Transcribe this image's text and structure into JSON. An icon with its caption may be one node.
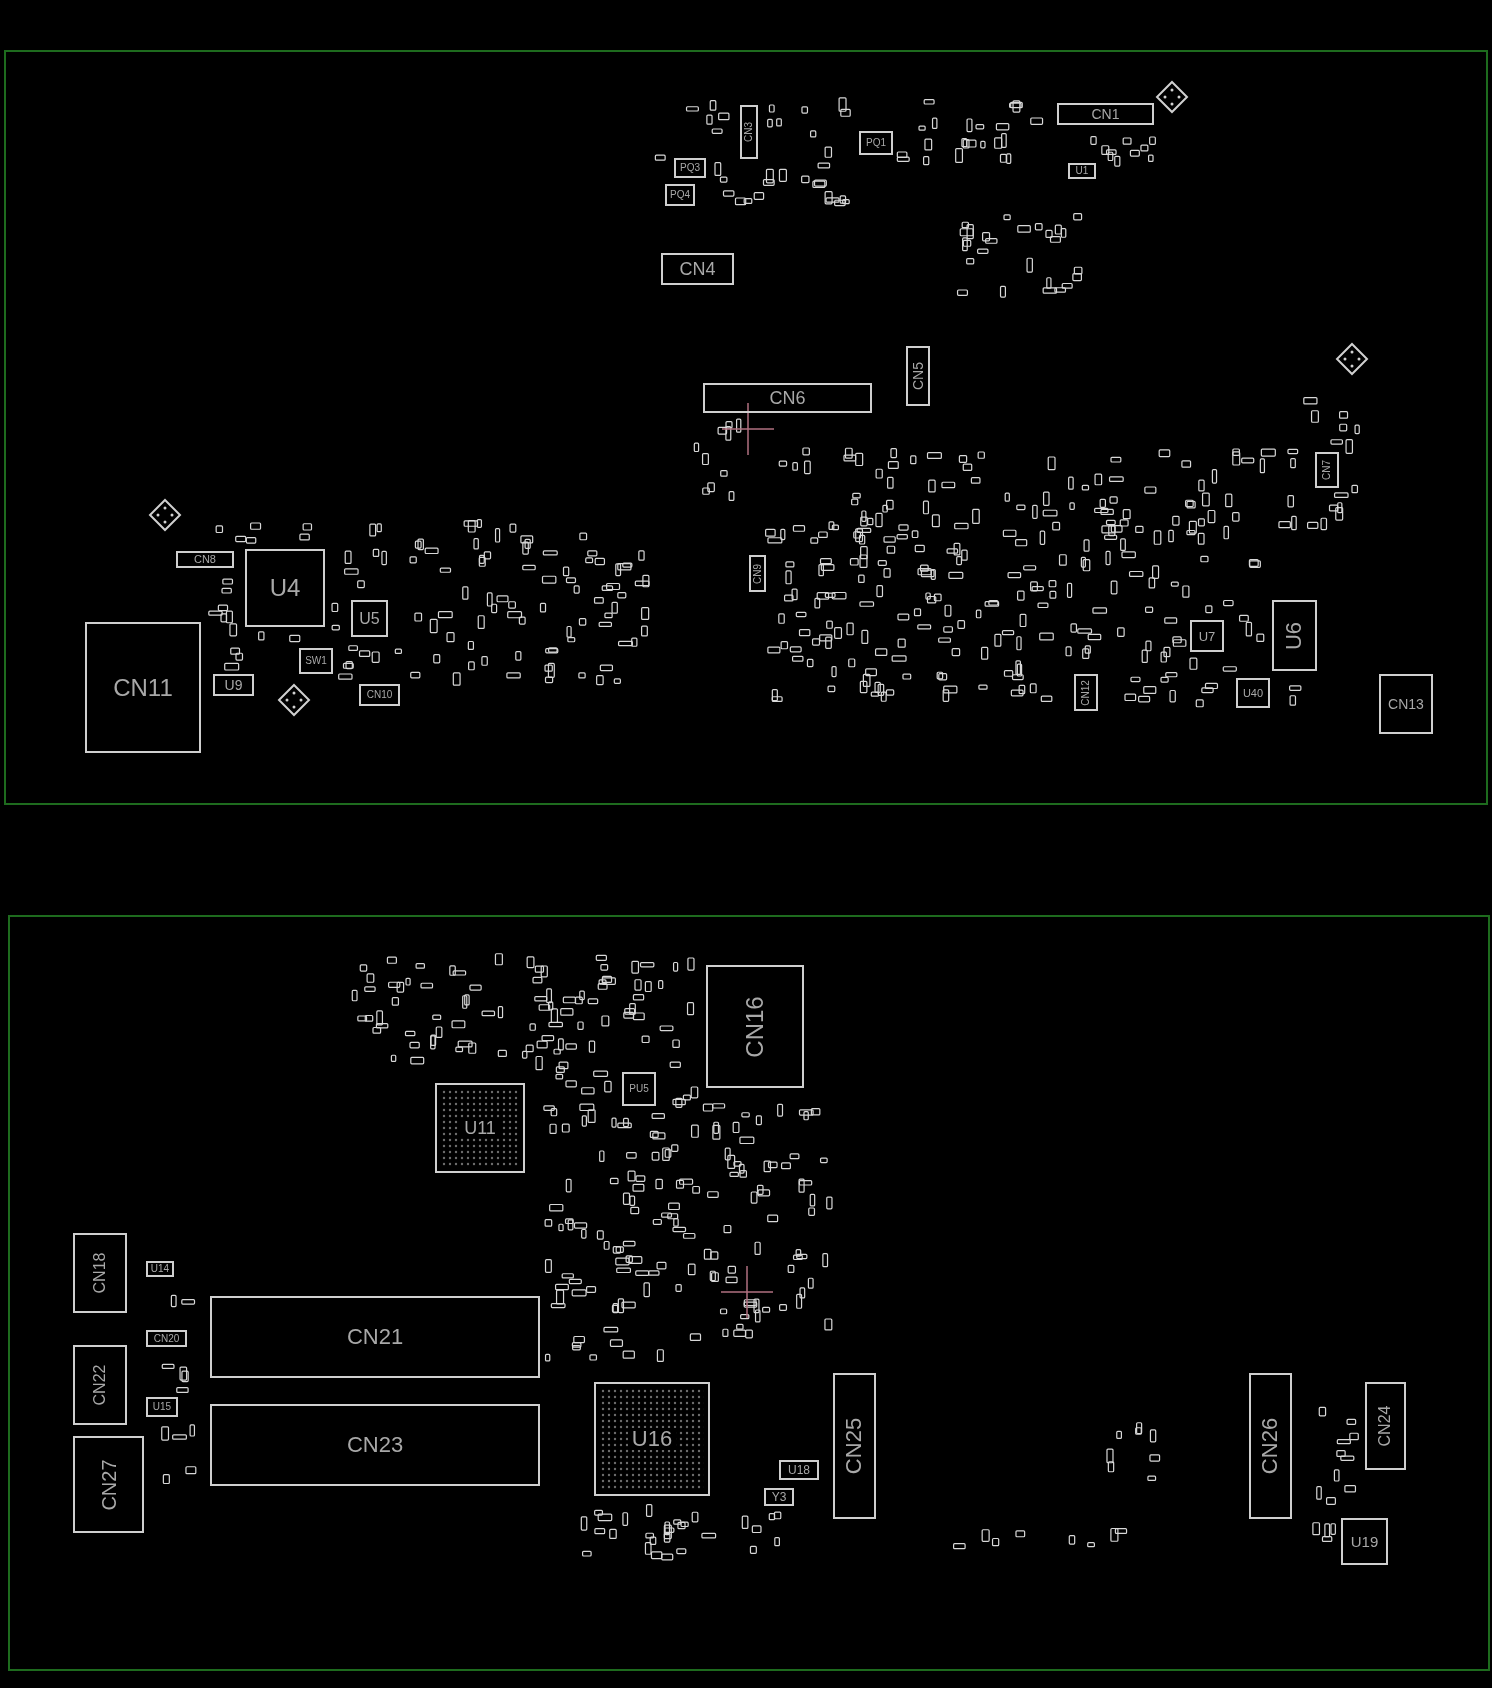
{
  "diagram": {
    "nodes": [
      {
        "text": [],
        "shape": "box"
      },
      {
        "text": [
          "CN1"
        ],
        "in": 0
      },
      {
        "text": [
          "PQ1"
        ],
        "in": 0
      },
      {
        "text": [
          "PQ3"
        ],
        "in": 0
      },
      {
        "text": [
          "PQ4"
        ],
        "in": 0
      },
      {
        "text": [
          "CN3"
        ],
        "in": 0
      },
      {
        "text": [
          "U1"
        ],
        "in": 0
      },
      {
        "text": [
          "CN4"
        ],
        "in": 0
      },
      {
        "text": [
          "CN6"
        ],
        "in": 0
      },
      {
        "text": [
          "CN5"
        ],
        "in": 0
      },
      {
        "text": [
          "CN8"
        ],
        "in": 0
      },
      {
        "text": [
          "U4"
        ],
        "in": 0
      },
      {
        "text": [
          "U5"
        ],
        "in": 0
      },
      {
        "text": [
          "SW1"
        ],
        "in": 0
      },
      {
        "text": [
          "U9"
        ],
        "in": 0
      },
      {
        "text": [
          "CN10"
        ],
        "in": 0
      },
      {
        "text": [
          "CN11"
        ],
        "in": 0
      },
      {
        "text": [
          "CN9"
        ],
        "in": 0
      },
      {
        "text": [
          "CN7"
        ],
        "in": 0
      },
      {
        "text": [
          "U7"
        ],
        "in": 0
      },
      {
        "text": [
          "U6"
        ],
        "in": 0
      },
      {
        "text": [
          "U40"
        ],
        "in": 0
      },
      {
        "text": [
          "CN12"
        ],
        "in": 0
      },
      {
        "text": [
          "CN13"
        ],
        "in": 0
      },
      {
        "text": [],
        "shape": "box"
      },
      {
        "text": [
          "CN16"
        ],
        "in": 24
      },
      {
        "text": [
          "PU5"
        ],
        "in": 24
      },
      {
        "text": [
          "U11"
        ],
        "in": 24
      },
      {
        "text": [
          "CN18"
        ],
        "in": 24
      },
      {
        "text": [
          "U14"
        ],
        "in": 24
      },
      {
        "text": [
          "CN20"
        ],
        "in": 24
      },
      {
        "text": [
          "CN22"
        ],
        "in": 24
      },
      {
        "text": [
          "U15"
        ],
        "in": 24
      },
      {
        "text": [
          "CN27"
        ],
        "in": 24
      },
      {
        "text": [
          "CN21"
        ],
        "in": 24
      },
      {
        "text": [
          "CN23"
        ],
        "in": 24
      },
      {
        "text": [
          "U16"
        ],
        "in": 24
      },
      {
        "text": [
          "U18"
        ],
        "in": 24
      },
      {
        "text": [
          "Y3"
        ],
        "in": 24
      },
      {
        "text": [
          "CN25"
        ],
        "in": 24
      },
      {
        "text": [
          "CN26"
        ],
        "in": 24
      },
      {
        "text": [
          "CN24"
        ],
        "in": 24
      },
      {
        "text": [
          "U19"
        ],
        "in": 24
      }
    ],
    "edges": []
  }
}
